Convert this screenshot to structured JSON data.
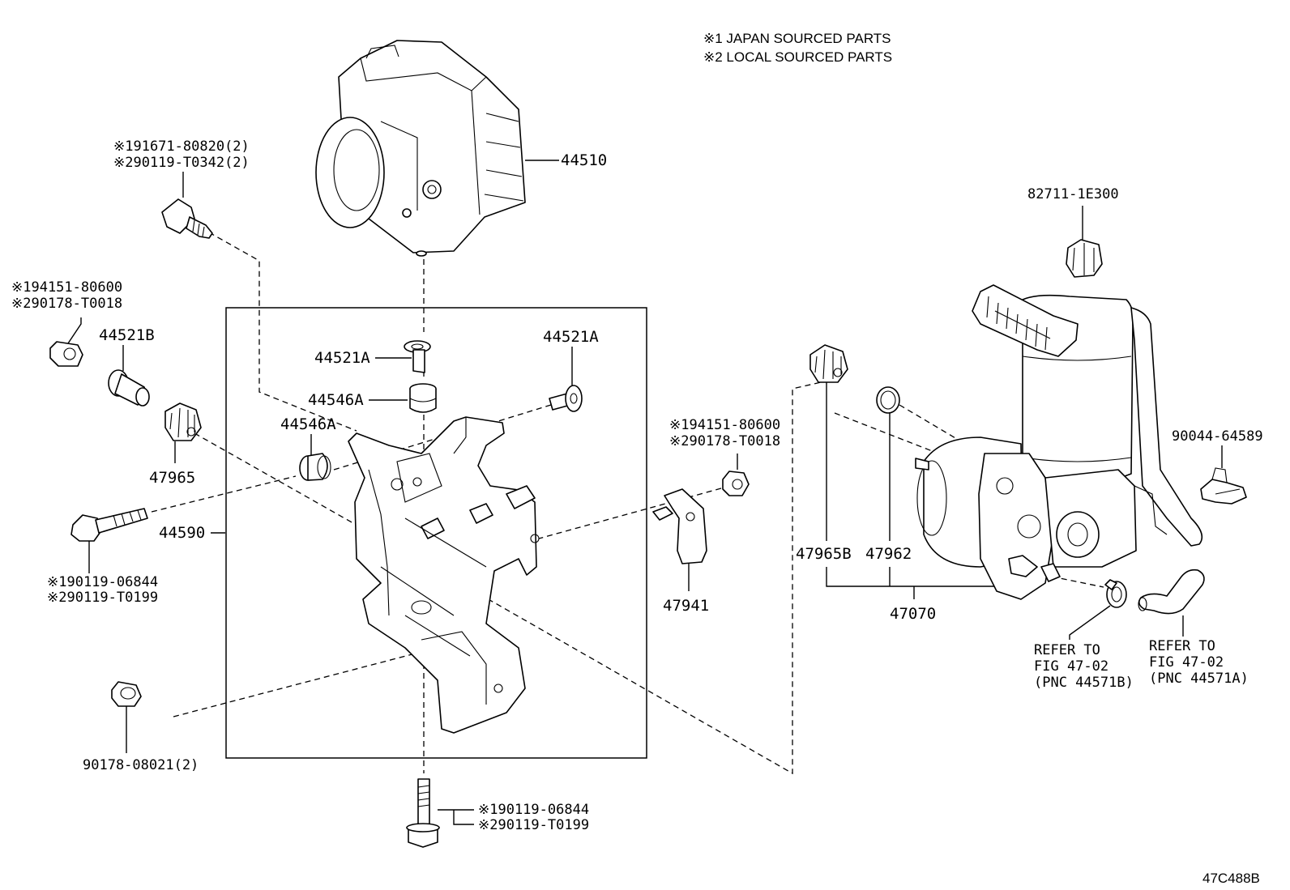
{
  "notes": {
    "note1": "※1 JAPAN SOURCED PARTS",
    "note2": "※2 LOCAL SOURCED PARTS"
  },
  "figure_code": "47C488B",
  "callouts": {
    "p44510": "44510",
    "p82711": "82711-1E300",
    "bolt_top_1": "※191671-80820(2)",
    "bolt_top_2": "※290119-T0342(2)",
    "nut_left_1": "※194151-80600",
    "nut_left_2": "※290178-T0018",
    "p44521B": "44521B",
    "p44521A_center": "44521A",
    "p44521A_right": "44521A",
    "p44546A_top": "44546A",
    "p44546A_left": "44546A",
    "p47965": "47965",
    "p44590": "44590",
    "bolt_left_1": "※190119-06844",
    "bolt_left_2": "※290119-T0199",
    "p90178_08021": "90178-08021(2)",
    "bolt_bottom_1": "※190119-06844",
    "bolt_bottom_2": "※290119-T0199",
    "nut_mid_1": "※194151-80600",
    "nut_mid_2": "※290178-T0018",
    "p47941": "47941",
    "p47965B": "47965B",
    "p47962": "47962",
    "p47070": "47070",
    "p90044": "90044-64589",
    "refer_b_1": "REFER TO",
    "refer_b_2": "FIG 47-02",
    "refer_b_3": "(PNC 44571B)",
    "refer_a_1": "REFER TO",
    "refer_a_2": "FIG 47-02",
    "refer_a_3": "(PNC 44571A)"
  }
}
